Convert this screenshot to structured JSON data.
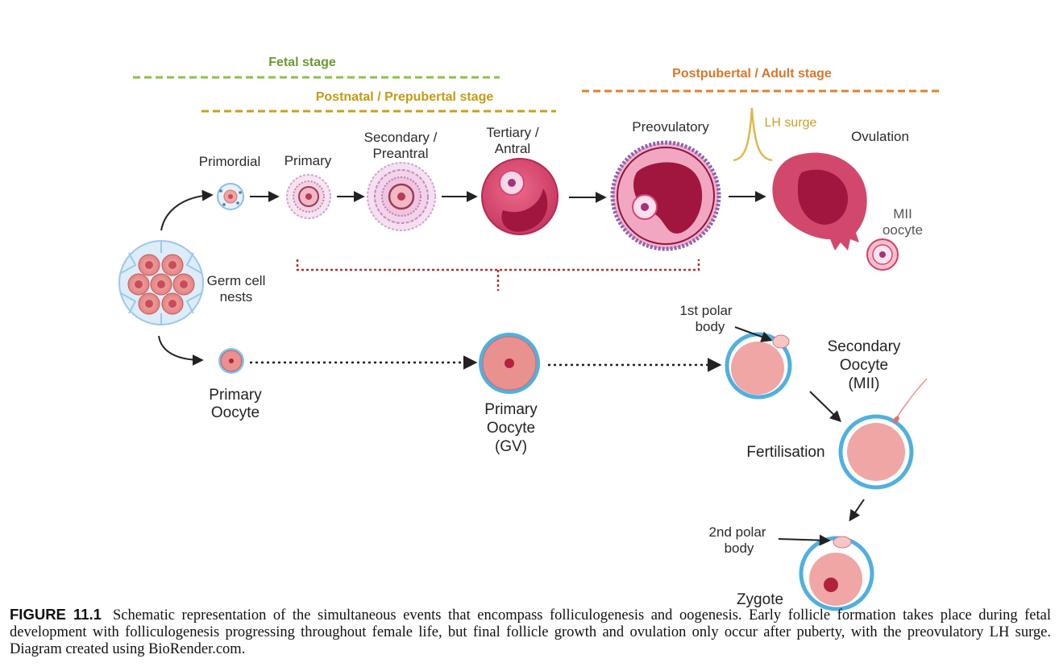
{
  "stages": {
    "fetal": "Fetal stage",
    "postnatal": "Postnatal / Prepubertal stage",
    "postpubertal": "Postpubertal / Adult stage"
  },
  "follicles": {
    "primordial": "Primordial",
    "primary": "Primary",
    "secondary_1": "Secondary /",
    "secondary_2": "Preantral",
    "tertiary_1": "Tertiary /",
    "tertiary_2": "Antral",
    "preovulatory": "Preovulatory",
    "lh_surge": "LH surge",
    "ovulation": "Ovulation",
    "mii_1": "MII",
    "mii_2": "oocyte"
  },
  "germ_cells": {
    "line1": "Germ cell",
    "line2": "nests"
  },
  "oocytes": {
    "primary_1": "Primary",
    "primary_2": "Oocyte",
    "gv_1": "Primary",
    "gv_2": "Oocyte",
    "gv_3": "(GV)",
    "polar1_1": "1st polar",
    "polar1_2": "body",
    "secondary_1": "Secondary",
    "secondary_2": "Oocyte",
    "secondary_3": "(MII)",
    "fertilisation": "Fertilisation",
    "polar2_1": "2nd polar",
    "polar2_2": "body",
    "zygote": "Zygote"
  },
  "caption": {
    "label": "FIGURE 11.1",
    "text": "Schematic representation of the simultaneous events that encompass folliculogenesis and oogenesis. Early follicle formation takes place during fetal development with folliculogenesis progressing throughout female life, but final follicle growth and ovulation only occur after puberty, with the preovulatory LH surge. Diagram created using BioRender.com."
  },
  "colors": {
    "fetal_line": "#8dc04a",
    "postnatal_line": "#c9a01a",
    "postpubertal_line": "#e0802e",
    "connector_dots": "#b03030",
    "zona": "#4fb0e0",
    "cytoplasm": "#e8918f",
    "follicle": "#d9436b"
  }
}
